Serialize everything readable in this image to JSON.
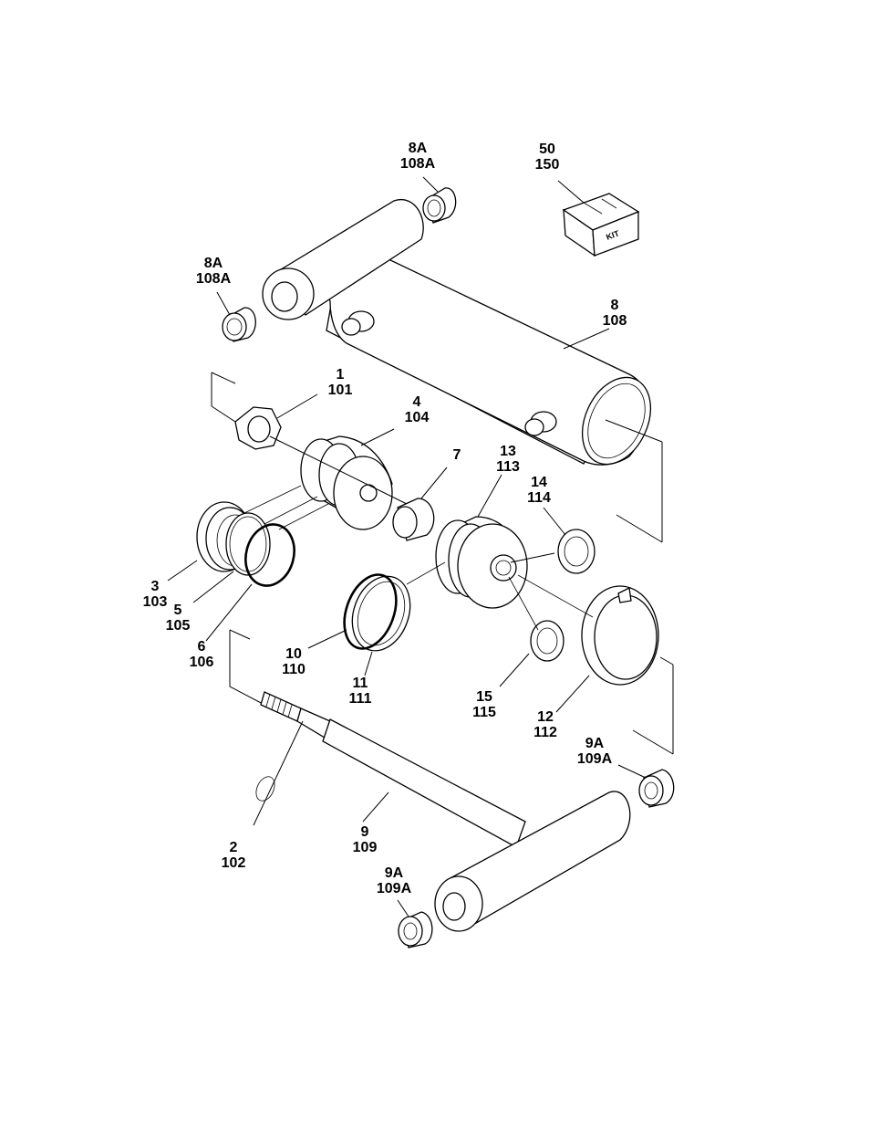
{
  "callouts": {
    "c8a_top": {
      "item": "8A",
      "part": "108A"
    },
    "c50": {
      "item": "50",
      "part": "150"
    },
    "c8a_left": {
      "item": "8A",
      "part": "108A"
    },
    "c8": {
      "item": "8",
      "part": "108"
    },
    "c1": {
      "item": "1",
      "part": "101"
    },
    "c4": {
      "item": "4",
      "part": "104"
    },
    "c7": {
      "item": "7",
      "part": ""
    },
    "c13": {
      "item": "13",
      "part": "113"
    },
    "c14": {
      "item": "14",
      "part": "114"
    },
    "c3": {
      "item": "3",
      "part": "103"
    },
    "c5": {
      "item": "5",
      "part": "105"
    },
    "c6": {
      "item": "6",
      "part": "106"
    },
    "c10": {
      "item": "10",
      "part": "110"
    },
    "c11": {
      "item": "11",
      "part": "111"
    },
    "c15": {
      "item": "15",
      "part": "115"
    },
    "c12": {
      "item": "12",
      "part": "112"
    },
    "c9a_right": {
      "item": "9A",
      "part": "109A"
    },
    "c2": {
      "item": "2",
      "part": "102"
    },
    "c9": {
      "item": "9",
      "part": "109"
    },
    "c9a_bottom": {
      "item": "9A",
      "part": "109A"
    }
  },
  "kit_box": {
    "label": "KIT"
  },
  "icons": [
    "cylinder-barrel",
    "rod",
    "piston",
    "gland",
    "nut",
    "bushing",
    "o-ring",
    "kit-box"
  ]
}
